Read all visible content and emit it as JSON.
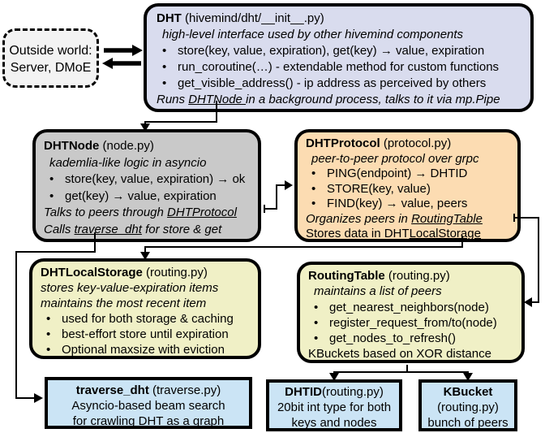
{
  "glyphs": {
    "bullet": "•"
  },
  "colors": {
    "dht_fill": "#d9dcee",
    "node_fill": "#c9c9c9",
    "protocol_fill": "#fcdcb2",
    "storage_fill": "#f0f0c6",
    "blue_fill": "#cbe4f5",
    "outside_fill": "#f3f3f3",
    "line": "#000000"
  },
  "diagram": {
    "outside_world": {
      "lines": [
        "Outside world:",
        "Server, DMoE"
      ]
    },
    "dht": {
      "title": "DHT",
      "file": " (hivemind/dht/__init__.py)",
      "subtitle": "high-level interface used by other hivemind components",
      "bullets": [
        "store(key, value, expiration), get(key) → value, expiration",
        "run_coroutine(…) - extendable method for custom functions",
        "get_visible_address() - ip address as perceived by others"
      ],
      "footer": {
        "prefix": "Runs ",
        "link": "DHTNode ",
        "suffix": "in a background process, talks to it via mp.Pipe"
      }
    },
    "dhtnode": {
      "title": "DHTNode",
      "file": " (node.py)",
      "subtitle": "kademlia-like logic in asyncio",
      "bullets": [
        "store(key, value, expiration) → ok",
        "get(key) → value, expiration"
      ],
      "talks": {
        "prefix": "Talks to peers through ",
        "link": "DHTProtocol"
      },
      "calls": {
        "prefix": "Calls ",
        "link": "traverse_dht",
        "suffix": " for store & get"
      }
    },
    "dhtprotocol": {
      "title": "DHTProtocol",
      "file": " (protocol.py)",
      "subtitle": "peer-to-peer protocol over grpc",
      "bullets": [
        "PING(endpoint) → DHTID",
        "STORE(key, value)",
        "FIND(key) → value, peers"
      ],
      "organizes": {
        "prefix": "Organizes peers in ",
        "link": "RoutingTable"
      },
      "stores": {
        "prefix": "Stores data in DHT",
        "link": "LocalStorage"
      }
    },
    "dhtlocalstorage": {
      "title": "DHTLocalStorage",
      "file": " (routing.py)",
      "subtitles": [
        "stores key-value-expiration items",
        "maintains the most recent item"
      ],
      "bullets": [
        "used for both storage & caching",
        "best-effort store until expiration",
        "Optional maxsize with eviction"
      ]
    },
    "routingtable": {
      "title": "RoutingTable",
      "file": " (routing.py)",
      "subtitle": "maintains a list of peers",
      "bullets": [
        "get_nearest_neighbors(node)",
        "register_request_from/to(node)",
        "get_nodes_to_refresh()"
      ],
      "footer": "KBuckets based on XOR distance"
    },
    "traverse": {
      "title": "traverse_dht",
      "file": " (traverse.py)",
      "lines": [
        "Asyncio-based beam search",
        "for crawling DHT as a graph"
      ]
    },
    "dhtid": {
      "title": "DHTID",
      "file": "(routing.py)",
      "lines": [
        "20bit int type for both",
        "keys and nodes"
      ]
    },
    "kbucket": {
      "title": "KBucket",
      "file": "(routing.py)",
      "line": "bunch of peers"
    }
  }
}
